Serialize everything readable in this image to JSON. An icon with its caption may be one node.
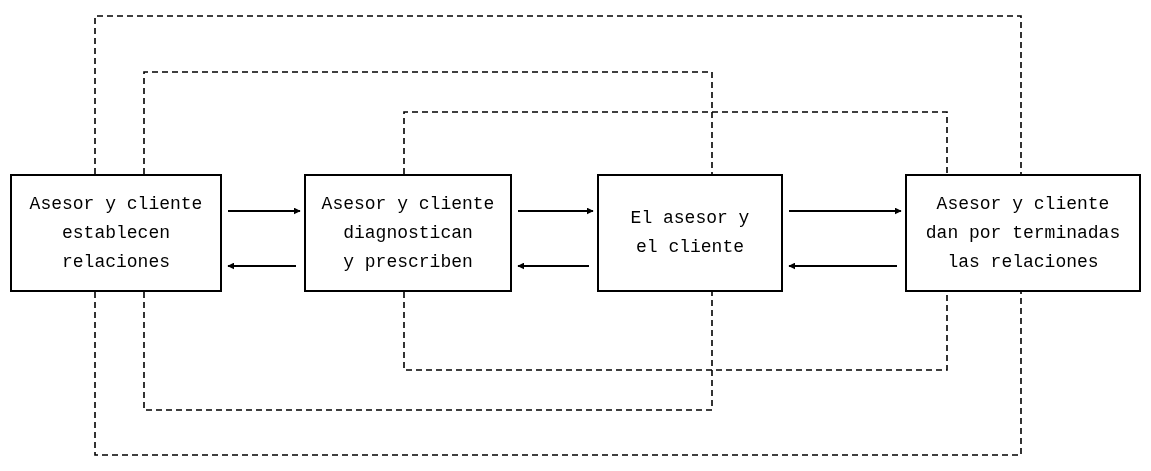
{
  "diagram": {
    "nodes": [
      {
        "text": [
          "Asesor y cliente establecen relaciones"
        ]
      },
      {
        "text": [
          "Asesor y cliente diagnostican y prescriben"
        ]
      },
      {
        "text": [
          "El asesor y el cliente"
        ]
      },
      {
        "text": [
          "Asesor y cliente dan por terminadas las relaciones"
        ]
      }
    ],
    "edges": [
      {
        "from": 0,
        "to": 1,
        "arrow": "to"
      },
      {
        "from": 1,
        "to": 0,
        "arrow": "to"
      },
      {
        "from": 1,
        "to": 2,
        "arrow": "to"
      },
      {
        "from": 2,
        "to": 1,
        "arrow": "to"
      },
      {
        "from": 2,
        "to": 3,
        "arrow": "to"
      },
      {
        "from": 3,
        "to": 2,
        "arrow": "to"
      },
      {
        "from": 0,
        "to": 3,
        "arrow": "none",
        "style": "dashed"
      },
      {
        "from": 0,
        "to": 2,
        "arrow": "none",
        "style": "dashed"
      },
      {
        "from": 1,
        "to": 3,
        "arrow": "none",
        "style": "dashed"
      },
      {
        "from": 1,
        "to": 3,
        "arrow": "none",
        "style": "dashed"
      },
      {
        "from": 0,
        "to": 2,
        "arrow": "none",
        "style": "dashed"
      },
      {
        "from": 0,
        "to": 3,
        "arrow": "none",
        "style": "dashed"
      }
    ]
  }
}
